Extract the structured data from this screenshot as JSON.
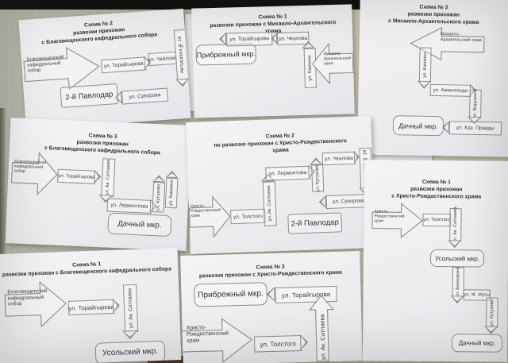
{
  "photo": {
    "description": "Eight printed church shuttle-route scheme sheets laid on a table"
  },
  "colors": {
    "paper": "#f0f0f3",
    "table_left": "#b5b5a9",
    "table_right": "#ccc6b3",
    "table_edge_top": "#0f0f0f",
    "table_edge_accent": "#4e2d28",
    "diagram_line": "#8d8d8d"
  },
  "sheets": {
    "tl": {
      "title": [
        "Схема № 2",
        "развозки прихожан",
        "с Благовещенского кафедрального собора"
      ],
      "origin": "Благовещенский кафедральный собор",
      "steps": {
        "s1": "ул. Торайгырова",
        "s2": "ул. Чкалова",
        "s3": "Автодорога № 19",
        "s4": "ул. Суворова"
      },
      "dest": "2-й Павлодар"
    },
    "tm": {
      "title": [
        "Схема № 1",
        "развозки прихожан с Михаило-Архангельского храма"
      ],
      "origin": "Михаило-Архангельский храм",
      "steps": {
        "s1": "ул. Камзина",
        "s2": "ул. Чкалова",
        "s3": "ул. Торайгырова"
      },
      "dest": "Прибрежный мкр."
    },
    "tr": {
      "title": [
        "Схема № 2",
        "развозки прихожан",
        "с Михаило-Архангельского храма"
      ],
      "origin": "Михаило-Архангельский храм",
      "steps": {
        "s1": "ул. Камзина",
        "s2": "ул. Амангельды",
        "s3": "ул. Ворушина",
        "s4": "ул. Каз. Правды"
      },
      "dest": "Дачный мкр."
    },
    "ml": {
      "title": [
        "Схема № 3",
        "развозки прихожан",
        "с Благовещенского кафедрального собора"
      ],
      "origin": "Благовещенский кафедральный собор",
      "steps": {
        "s1": "ул. Торайгырова",
        "s2": "ул. Ак. Сатпаева",
        "s3": "ул. Лермонтова",
        "s4": "ул. Кутузова",
        "s5": "ул. Камзина"
      },
      "dest": "Дачный мкр."
    },
    "mc": {
      "title": [
        "Схема № 2",
        "по развозке прихожан с Христо-Рождественского",
        "храма"
      ],
      "origin": "Христо-Рождественский храм",
      "steps": {
        "s1": "ул. Толстого",
        "s2": "ул. Ак. Сатпаева",
        "s3": "ул. Лермонтова",
        "s4": "ул. Кутузова",
        "s5": "ул. Чкалова",
        "s6": "Автодорога № 19",
        "s7": "ул. Суворова"
      },
      "dest": "2-й Павлодар"
    },
    "mr": {
      "title": [
        "Схема № 1",
        "развозки прихожан",
        "с Христо-Рождественского храма"
      ],
      "origin": "Христо-Рождественский храм",
      "steps": {
        "s1": "ул. Толстого",
        "s2": "ул. Ак. Сатпаева",
        "s3": "ул. Бекхожина",
        "s4": "ул. Ж. Мусы",
        "s5": "ул. Кутузова"
      },
      "mid": "Усольский мкр.",
      "dest": "Дачный мкр."
    },
    "bl": {
      "title": [
        "Схема № 1",
        "развозки прихожан с Благовещенского кафедрального собора"
      ],
      "origin": "Благовещенский кафедральный собор",
      "steps": {
        "s1": "ул. Торайгырова",
        "s2": "ул. Ак. Сатпаева"
      },
      "dest": "Усольский мкр."
    },
    "bm": {
      "title": [
        "Схема № 3",
        "развозки прихожан с Христо-Рождественского храма"
      ],
      "origin": "Христо-Рождественский храм",
      "steps": {
        "s1": "ул. Толстого",
        "s2": "ул. Ак. Сатпаева",
        "s3": "ул. Торайгырова"
      },
      "dest": "Прибрежный мкр."
    }
  }
}
